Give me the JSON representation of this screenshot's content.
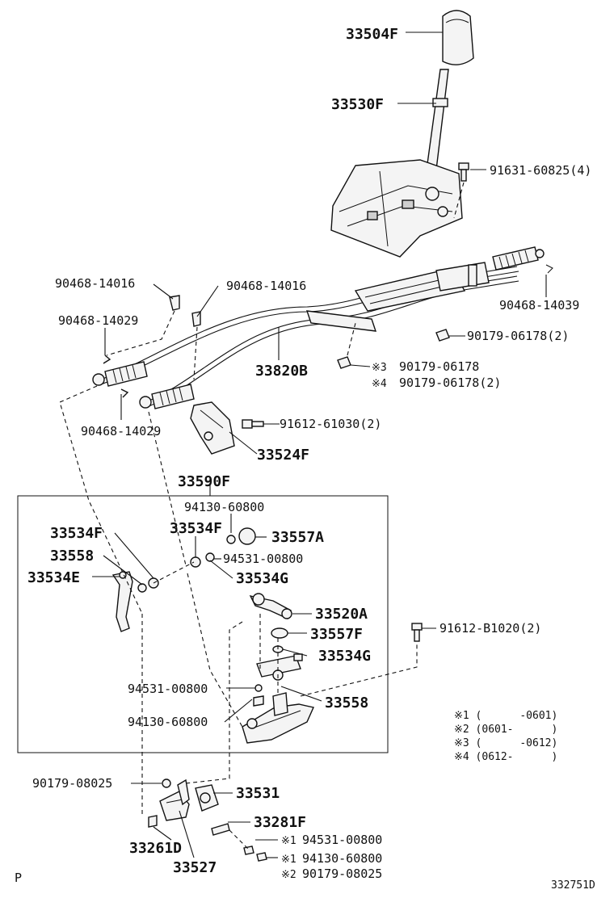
{
  "labels": {
    "p33504F": "33504F",
    "p33530F": "33530F",
    "p91631": "91631-60825(4)",
    "p90468_14016a": "90468-14016",
    "p90468_14016b": "90468-14016",
    "p90468_14039": "90468-14039",
    "p90468_14029a": "90468-14029",
    "p90179_06178_2": "90179-06178(2)",
    "p33820B": "33820B",
    "n3_mark": "※3",
    "p90179_06178": "90179-06178",
    "n4_mark": "※4",
    "p90179_06178_2b": "90179-06178(2)",
    "p90468_14029b": "90468-14029",
    "p91612_61030": "91612-61030(2)",
    "p33524F": "33524F",
    "p33590F": "33590F",
    "p94130_60800a": "94130-60800",
    "p33534F_a": "33534F",
    "p33534F_b": "33534F",
    "p33557A": "33557A",
    "p33558a": "33558",
    "p94531_00800a": "94531-00800",
    "p33534E": "33534E",
    "p33534G_a": "33534G",
    "p33520A": "33520A",
    "p33557F": "33557F",
    "p91612_B1020": "91612-B1020(2)",
    "p33534G_b": "33534G",
    "p94531_00800b": "94531-00800",
    "p33558b": "33558",
    "p94130_60800b": "94130-60800",
    "p90179_08025": "90179-08025",
    "p33531": "33531",
    "p33281F": "33281F",
    "n1_mark_a": "※1",
    "p94531_00800c": "94531-00800",
    "n1_mark_b": "※1",
    "p94130_60800c": "94130-60800",
    "n2_mark": "※2",
    "p90179_08025b": "90179-08025",
    "p33261D": "33261D",
    "p33527": "33527",
    "p_letter": "P",
    "code": "332751D"
  },
  "notes": [
    "※1 (      -0601)",
    "※2 (0601-      )",
    "※3 (      -0612)",
    "※4 (0612-      )"
  ]
}
